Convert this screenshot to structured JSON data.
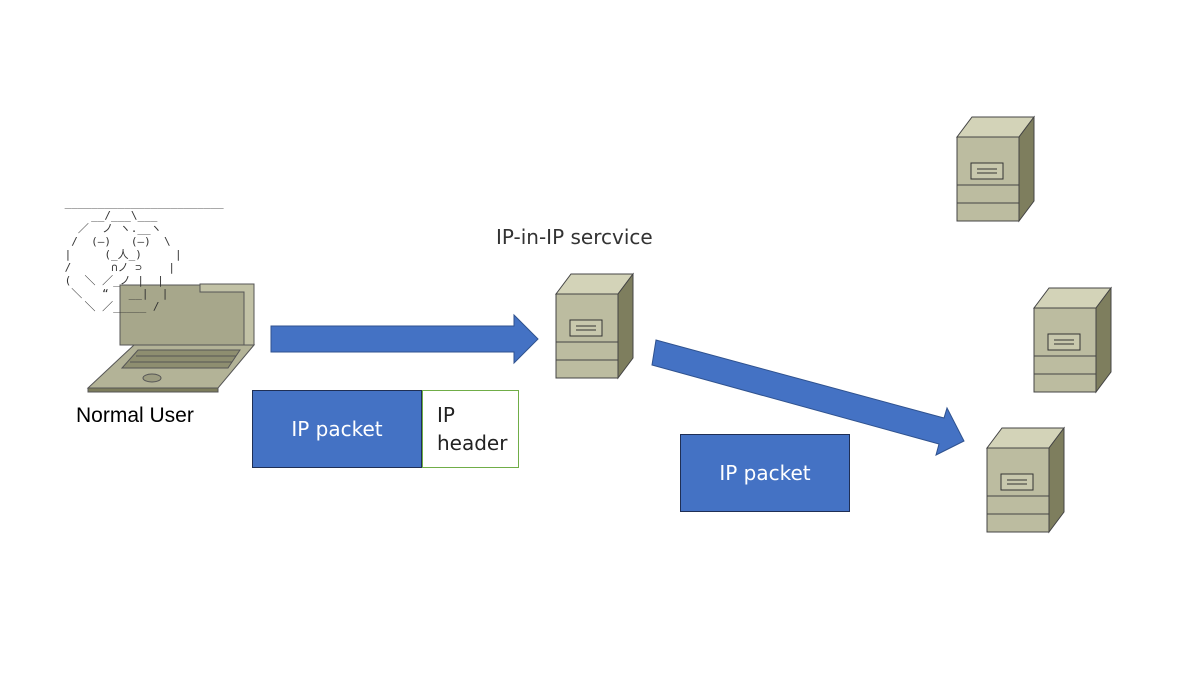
{
  "labels": {
    "user": "Normal User",
    "service": "IP-in-IP sercvice"
  },
  "packets": {
    "first_payload": "IP packet",
    "first_header_line1": "IP",
    "first_header_line2": "header",
    "second_payload": "IP packet"
  },
  "ascii_art": " ________________________\n     __/___\\___\n   ／  ノ ヽ.__ヽ\n  /  (―)   (―)  \\\n |     (_人_)     |\n /      ∩ノ ⊃    |\n (  ＼ ／_ノ |  |\n  ＼   “   __|  |\n    ＼ ／_____ /",
  "colors": {
    "arrow": "#4472c4",
    "server_front": "#b9b99c",
    "server_side": "#7d7d5c",
    "server_top": "#cfcfb4",
    "laptop": "#a6a68a"
  },
  "icons": [
    "laptop-icon",
    "server-icon"
  ]
}
